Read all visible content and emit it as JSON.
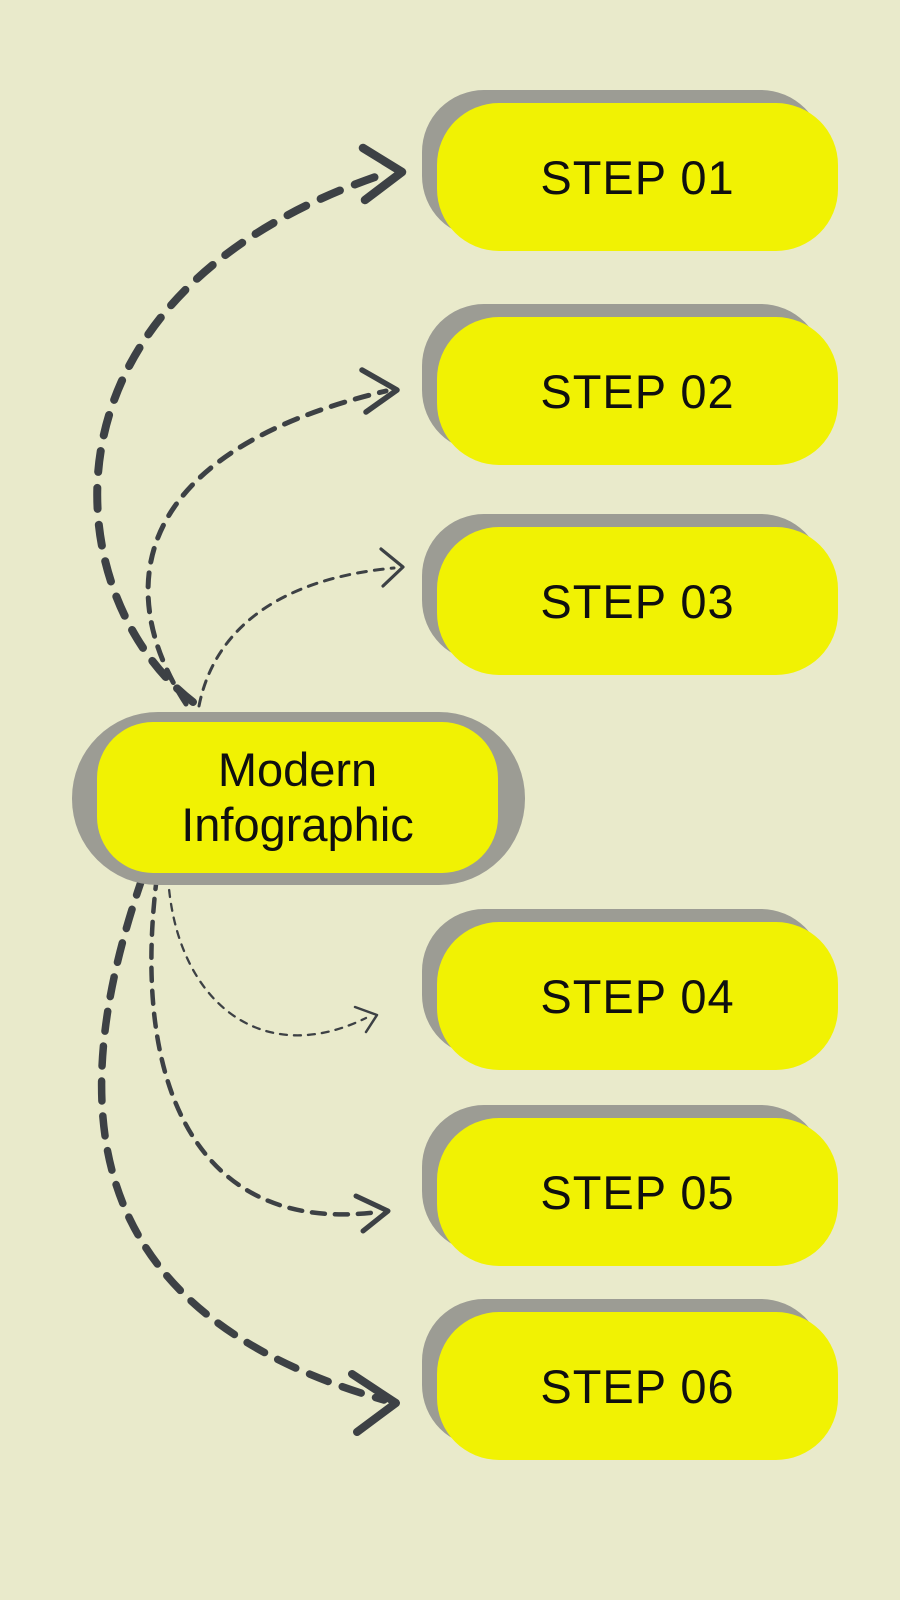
{
  "title": "Modern Infographic",
  "colors": {
    "background": "#e9eacb",
    "pill_fill": "#f1f203",
    "shadow": "#9c9c94",
    "arrow": "#3d4145",
    "text": "#0f0f0f"
  },
  "center_node": {
    "line1": "Modern",
    "line2": "Infographic"
  },
  "steps": [
    {
      "label": "STEP 01"
    },
    {
      "label": "STEP 02"
    },
    {
      "label": "STEP 03"
    },
    {
      "label": "STEP 04"
    },
    {
      "label": "STEP 05"
    },
    {
      "label": "STEP 06"
    }
  ],
  "connections": [
    {
      "from": "Modern Infographic",
      "to": "STEP 01",
      "style": "dashed-curve"
    },
    {
      "from": "Modern Infographic",
      "to": "STEP 02",
      "style": "dashed-curve"
    },
    {
      "from": "Modern Infographic",
      "to": "STEP 03",
      "style": "dashed-curve"
    },
    {
      "from": "Modern Infographic",
      "to": "STEP 04",
      "style": "dashed-curve"
    },
    {
      "from": "Modern Infographic",
      "to": "STEP 05",
      "style": "dashed-curve"
    },
    {
      "from": "Modern Infographic",
      "to": "STEP 06",
      "style": "dashed-curve"
    }
  ]
}
